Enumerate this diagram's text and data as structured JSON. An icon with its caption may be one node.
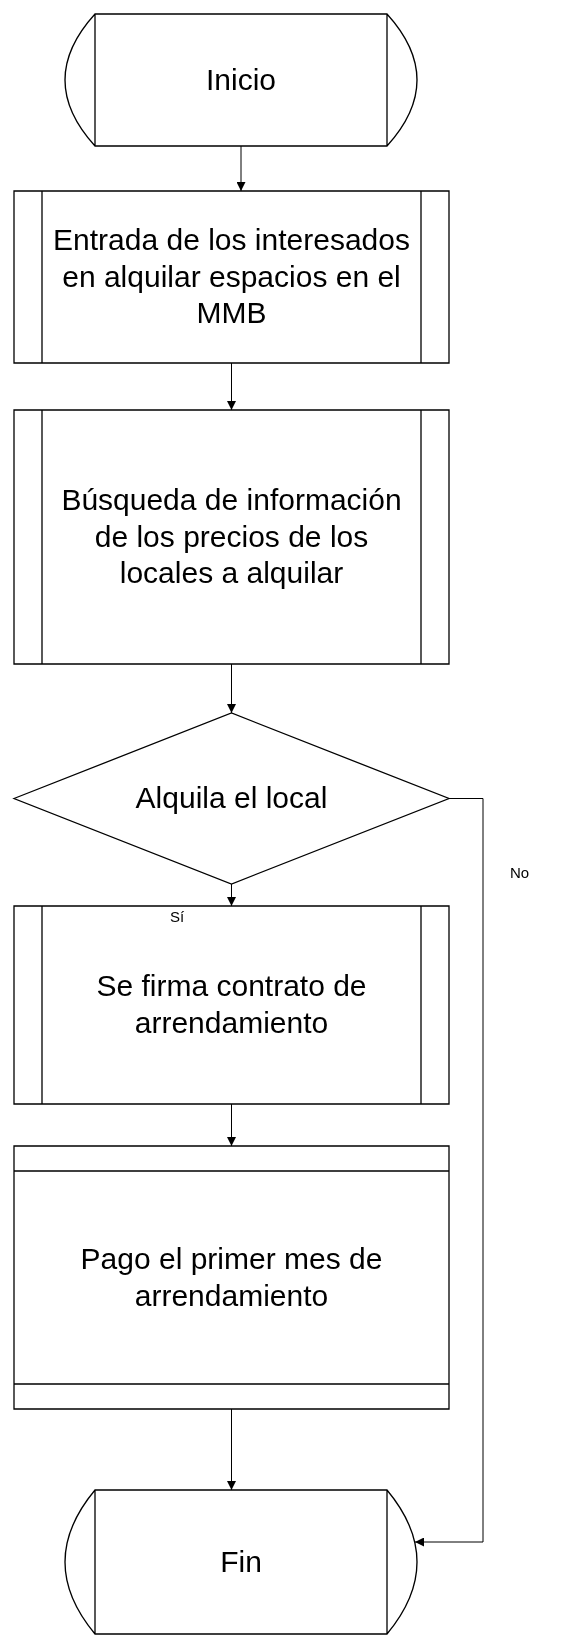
{
  "diagram": {
    "nodes": [
      {
        "text": [
          "Inicio"
        ]
      },
      {
        "text": [
          "Entrada de los interesados en alquilar espacios en el MMB"
        ]
      },
      {
        "text": [
          "Búsqueda de información de los precios de los locales a alquilar"
        ]
      },
      {
        "text": [
          "Alquila el local"
        ]
      },
      {
        "text": [
          "Se firma contrato de arrendamiento"
        ]
      },
      {
        "text": [
          "Pago el primer mes de arrendamiento"
        ]
      },
      {
        "text": [
          "Fin"
        ]
      }
    ],
    "edges": [
      {
        "from": 0,
        "to": 1,
        "arrow": "to"
      },
      {
        "from": 1,
        "to": 2,
        "arrow": "to"
      },
      {
        "from": 2,
        "to": 3,
        "arrow": "to"
      },
      {
        "from": 3,
        "to": 4,
        "arrow": "to",
        "label": "Sí"
      },
      {
        "from": 4,
        "to": 5,
        "arrow": "to"
      },
      {
        "from": 5,
        "to": 6,
        "arrow": "to"
      },
      {
        "from": 3,
        "to": 6,
        "arrow": "to",
        "label": "No"
      }
    ]
  }
}
